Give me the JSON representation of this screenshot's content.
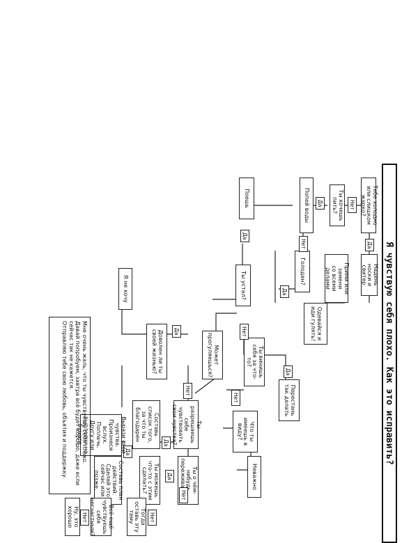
{
  "title": "Я чувствую себя плохо. Как это исправить?",
  "nodes": {
    "cold": "Тебе холодно или слишком жарко?",
    "sweater": "Надень носки и свитер",
    "lazy": "Прими или замени\nсо всеми делами",
    "drink": "Ты хочешь пить?",
    "water": "Попей воды",
    "hungry": "Голоден?",
    "eat": "Поешь",
    "tired": "Ты устал?",
    "walk": "Одевайся и иди гулять!",
    "guilty": "Ты винишь себя за что-то?",
    "stop": "Перестань так делать",
    "outside": "Может прогуляешься?",
    "life": "Доволен ли ты своей жизнью?",
    "idk": "Я не хочу",
    "express": "Ты разрешаешь себе чувствовать свои чувства?",
    "listfeel": "Составь список того, за что ты благодарен",
    "emotion": "Что ты имеешь в виду?",
    "dunno": "Неважно",
    "worry": "Ты о чём-нибудь переживаешь?",
    "canfix": "Ты можешь что-то с этим сделать?",
    "plan": "Составь план действий.\nСделай это сейчас или позже.",
    "tell": "Тогда оставь эту тему",
    "unloved": "Всё ещё чувствуешь себя несчастным?",
    "ok": "Ну, это хорошо",
    "write": "Вырази свои чувства. Произнеси вслух. Поплачь.\nДругу или выплесни на бумаге."
  },
  "yes": "Да",
  "no": "Нет",
  "footer": "Мне очень жаль, что ты чувствуешь себя плохо.\nДавай попробуем, завтра всё будет хорошо, даже если сейчас так не кажется.\nОтправляю тебе свою любовь, объятия и поддержку."
}
